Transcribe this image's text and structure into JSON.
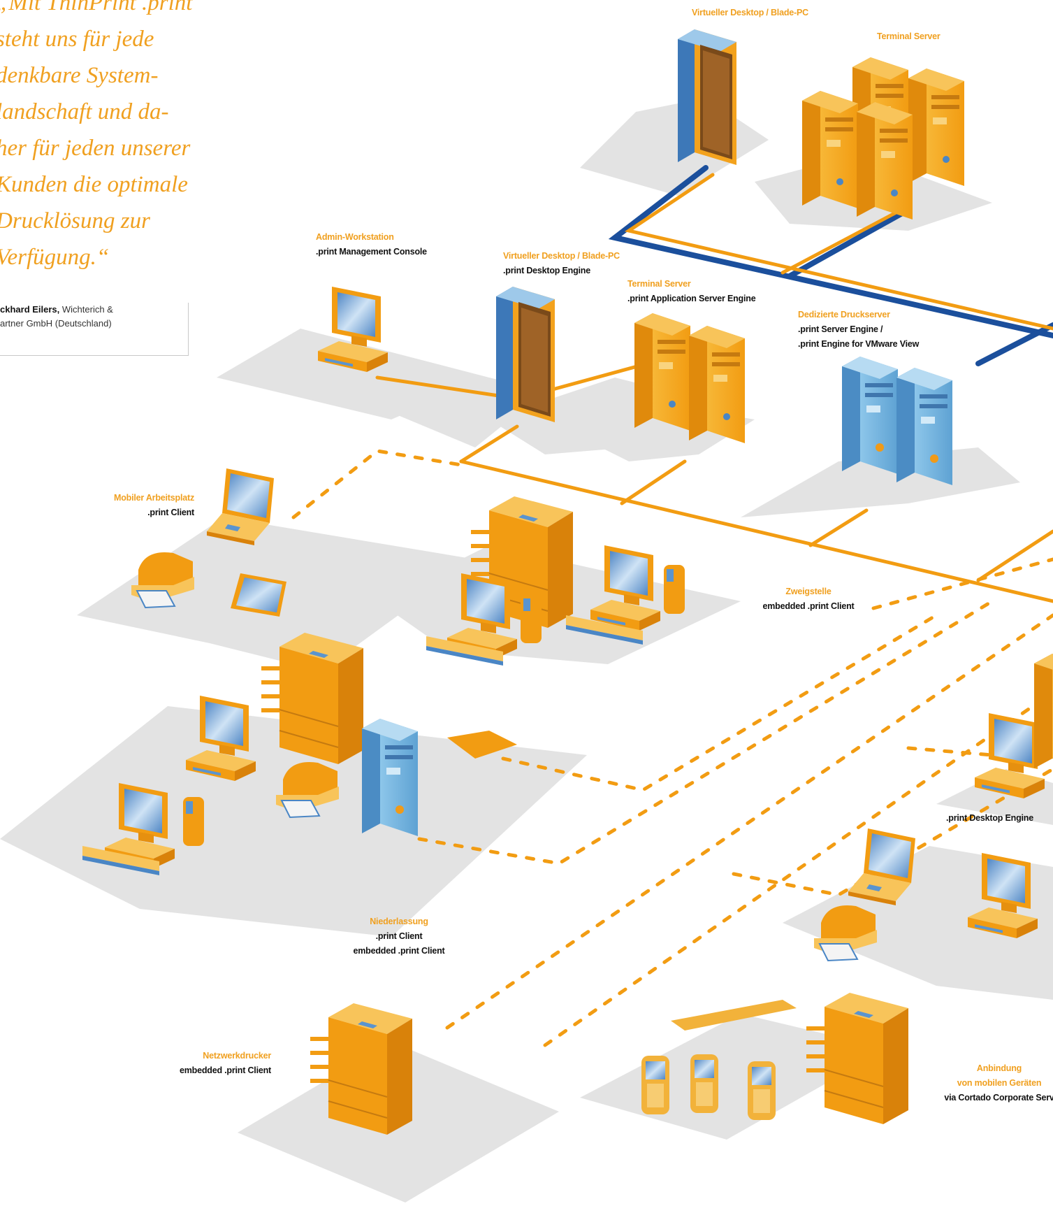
{
  "quote": {
    "lines": [
      "„Mit ThinPrint .print",
      "steht uns für jede",
      "denkbare System-",
      "landschaft und da-",
      "her für jeden unserer",
      "Kunden die optimale",
      "Drucklösung zur",
      "Verfügung.“"
    ],
    "author_name": "ckhard Eilers,",
    "author_company_1": " Wichterich &",
    "author_company_2": "artner GmbH (Deutschland)"
  },
  "labels": {
    "top_vdesktop": {
      "title": "Virtueller Desktop / Blade-PC"
    },
    "top_terminal": {
      "title": "Terminal Server"
    },
    "admin": {
      "title": "Admin-Workstation",
      "sub": ".print Management Console"
    },
    "vdesktop": {
      "title": "Virtueller Desktop / Blade-PC",
      "sub": ".print Desktop Engine"
    },
    "terminal": {
      "title": "Terminal Server",
      "sub": ".print Application Server Engine"
    },
    "druckserver": {
      "title": "Dedizierte Druckserver",
      "sub": ".print Server Engine /",
      "sub2": ".print Engine for VMware View"
    },
    "mobil": {
      "title": "Mobiler Arbeitsplatz",
      "sub": ".print Client"
    },
    "zweigstelle": {
      "title": "Zweigstelle",
      "sub": "embedded .print Client"
    },
    "desktop_engine": {
      "sub": ".print Desktop Engine"
    },
    "niederlassung": {
      "title": "Niederlassung",
      "sub": ".print Client",
      "sub2": "embedded .print Client"
    },
    "netzwerkdrucker": {
      "title": "Netzwerkdrucker",
      "sub": "embedded .print Client"
    },
    "anbindung": {
      "title": "Anbindung",
      "title2": "von mobilen Geräten",
      "sub": "via  Cortado Corporate Serv"
    }
  },
  "colors": {
    "orange": "#f5a623",
    "orange_dark": "#d9820a",
    "blue_line": "#1b4f9c",
    "blue_device": "#7ab8e0",
    "floor": "#e3e3e3",
    "label_title": "#f0a020"
  }
}
